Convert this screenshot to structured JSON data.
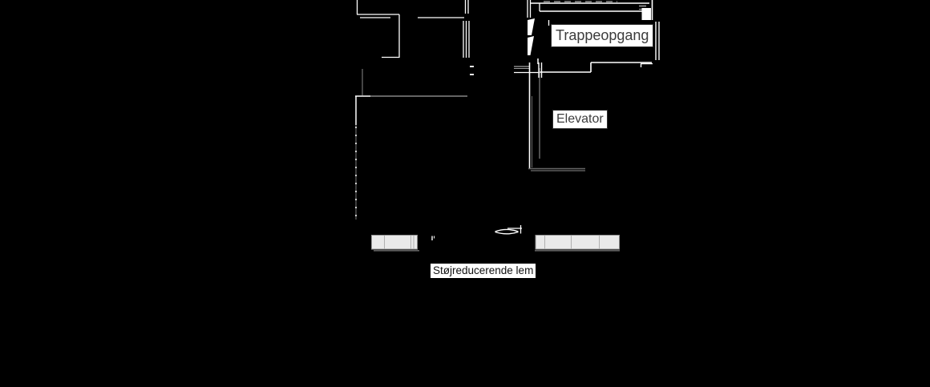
{
  "plan": {
    "type": "architectural-floor-plan",
    "labels": {
      "staircase": "Trappeopgang",
      "elevator": "Elevator",
      "hatch": "Støjreducerende lem"
    },
    "colors": {
      "background": "#000000",
      "wall_line": "#ffffff",
      "secondary_line": "#9a9a9a",
      "dark_line": "#5f5f5f",
      "window_fill": "#eaeaea",
      "window_border": "#909090",
      "label_background": "#ffffff",
      "label_text": "#3c3c3c"
    }
  }
}
